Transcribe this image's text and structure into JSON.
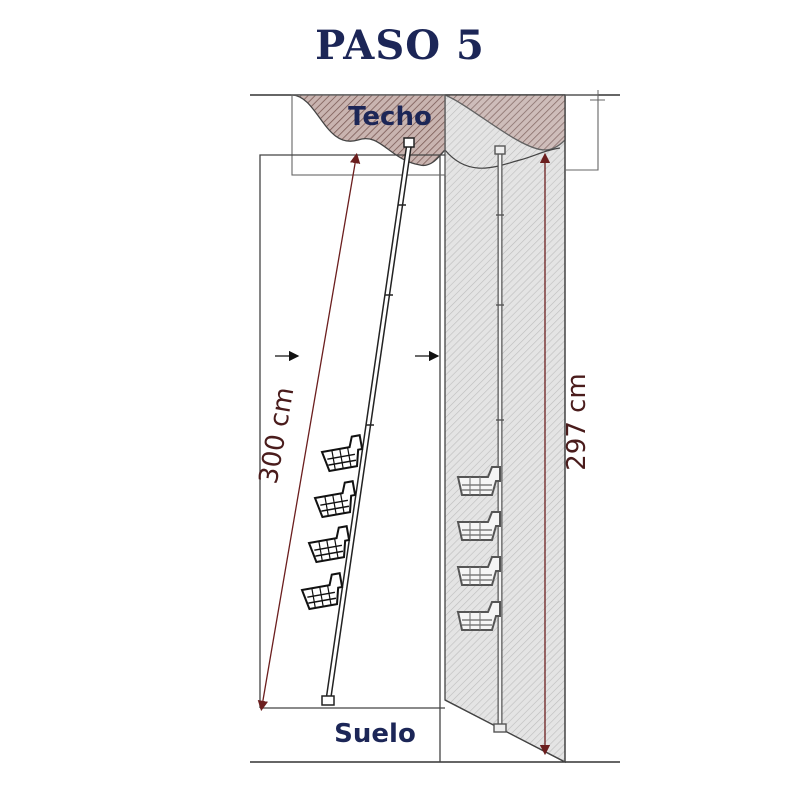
{
  "title": "PASO 5",
  "labels": {
    "ceiling": "Techo",
    "floor": "Suelo",
    "diagonal_length": "300 cm",
    "vertical_length": "297 cm"
  },
  "colors": {
    "title": "#1c2657",
    "dimension_line": "#6b1e1e",
    "ceiling_hatch": "#8a6a66",
    "wall_shade": "#eeeeee",
    "outline": "#222222"
  },
  "icons": [
    "arrow-right-icon",
    "shelf-basket-icon",
    "tension-pole-icon"
  ]
}
